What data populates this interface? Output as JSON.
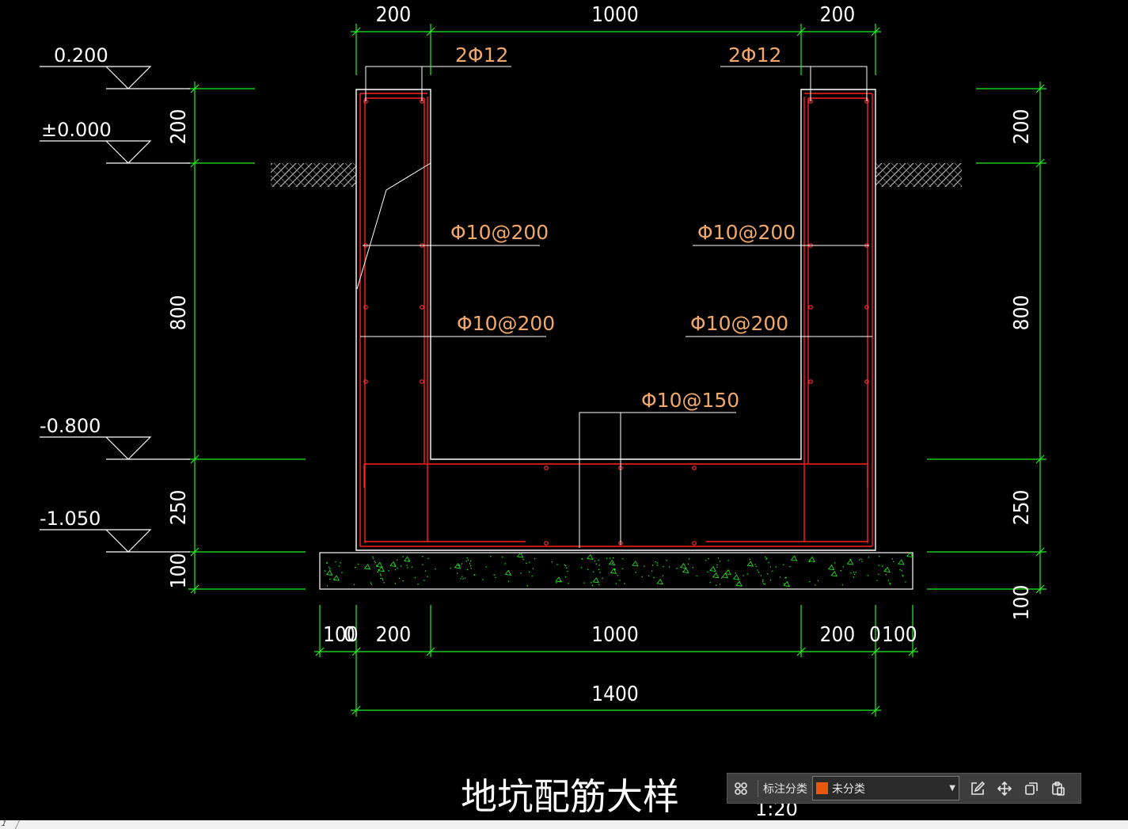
{
  "drawing": {
    "title": "地坑配筋大样",
    "scale": "1:20",
    "levels": [
      "0.200",
      "±0.000",
      "-0.800",
      "-1.050"
    ],
    "dims": {
      "top": [
        "200",
        "1000",
        "200"
      ],
      "left": [
        "200",
        "800",
        "250",
        "100"
      ],
      "right": [
        "200",
        "800",
        "250",
        "100"
      ],
      "bottom_row1": [
        "100",
        "0",
        "200",
        "1000",
        "200",
        "0",
        "100"
      ],
      "bottom_total": "1400"
    },
    "rebar": {
      "top_left": "2Φ12",
      "top_right": "2Φ12",
      "wall_left_1": "Φ10@200",
      "wall_right_1": "Φ10@200",
      "wall_left_2": "Φ10@200",
      "wall_right_2": "Φ10@200",
      "base": "Φ10@150"
    }
  },
  "toolbar": {
    "icons": [
      "grid-icon",
      "edit-icon",
      "move-icon",
      "copy-icon",
      "paste-icon"
    ],
    "label": "标注分类",
    "category": "未分类",
    "category_color": "#e8580c"
  },
  "tabs": [
    "1"
  ],
  "colors": {
    "background": "#000000",
    "dimension": "#00ff00",
    "rebar": "#ff2020",
    "outline": "#ffffff",
    "rebar_text": "#f0a86a"
  }
}
